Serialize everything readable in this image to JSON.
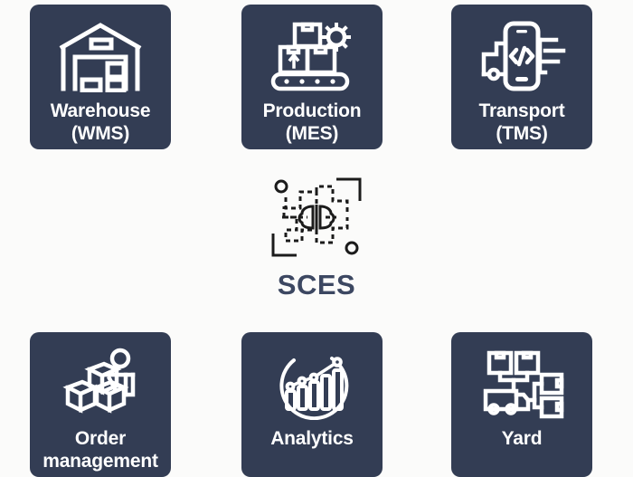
{
  "theme": {
    "page_background": "#fbfbfa",
    "tile_background": "#333d54",
    "tile_icon_color": "#ffffff",
    "tile_label_color": "#ffffff",
    "center_icon_color": "#1b1b1b",
    "center_label_color": "#3c4761"
  },
  "center": {
    "label": "SCES",
    "icon": "ai-circuit-brain-icon"
  },
  "tiles": [
    {
      "id": "warehouse",
      "line1": "Warehouse",
      "line2": "(WMS)",
      "icon": "warehouse-icon",
      "row": "top",
      "column": "left"
    },
    {
      "id": "production",
      "line1": "Production",
      "line2": "(MES)",
      "icon": "conveyor-boxes-gear-icon",
      "row": "top",
      "column": "center"
    },
    {
      "id": "transport",
      "line1": "Transport",
      "line2": "(TMS)",
      "icon": "truck-mobile-code-icon",
      "row": "top",
      "column": "right"
    },
    {
      "id": "order-management",
      "line1": "Order",
      "line2": "management",
      "icon": "worker-boxes-icon",
      "row": "bottom",
      "column": "left"
    },
    {
      "id": "analytics",
      "line1": "Analytics",
      "line2": "",
      "icon": "bar-chart-trend-circle-icon",
      "row": "bottom",
      "column": "center"
    },
    {
      "id": "yard",
      "line1": "Yard",
      "line2": "",
      "icon": "yard-truck-dock-icon",
      "row": "bottom",
      "column": "right"
    }
  ]
}
